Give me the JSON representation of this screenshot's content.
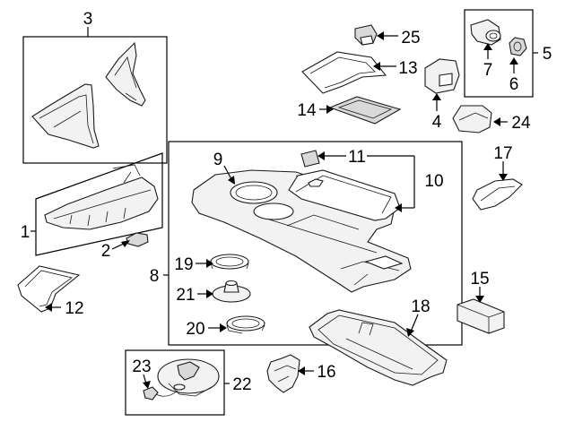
{
  "callouts": {
    "c1": "1",
    "c2": "2",
    "c3": "3",
    "c4": "4",
    "c5": "5",
    "c6": "6",
    "c7": "7",
    "c8": "8",
    "c9": "9",
    "c10": "10",
    "c11": "11",
    "c12": "12",
    "c13": "13",
    "c14": "14",
    "c15": "15",
    "c16": "16",
    "c17": "17",
    "c18": "18",
    "c19": "19",
    "c20": "20",
    "c21": "21",
    "c22": "22",
    "c23": "23",
    "c24": "24",
    "c25": "25"
  },
  "colors": {
    "line": "#000000",
    "part_fill": "#f2f2f2",
    "background": "#ffffff"
  }
}
